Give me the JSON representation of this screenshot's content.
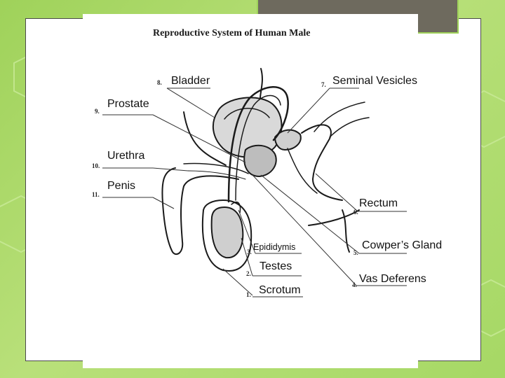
{
  "title": "Reproductive System of Human Male",
  "labels": [
    {
      "num": "8.",
      "text": "Bladder"
    },
    {
      "num": "7.",
      "text": "Seminal Vesicles"
    },
    {
      "num": "9.",
      "text": "Prostate"
    },
    {
      "num": "10.",
      "text": "Urethra"
    },
    {
      "num": "11.",
      "text": "Penis"
    },
    {
      "num": "6.",
      "text": "Rectum"
    },
    {
      "num": "3.",
      "text": "Epididymis"
    },
    {
      "num": "5.",
      "text": "Cowper’s Gland"
    },
    {
      "num": "2.",
      "text": "Testes"
    },
    {
      "num": "4.",
      "text": "Vas Deferens"
    },
    {
      "num": "1.",
      "text": "Scrotum"
    }
  ],
  "colors": {
    "background": "#a6d865",
    "frame_border": "#4a4a4a",
    "tab": "#6e6a5e",
    "ink": "#111111"
  }
}
